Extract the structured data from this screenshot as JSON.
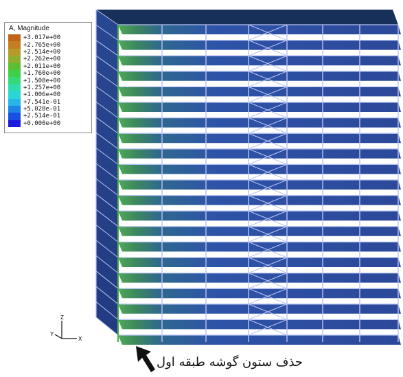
{
  "legend": {
    "title": "A, Magnitude",
    "entries": [
      {
        "value": "+3.017e+00",
        "color": "#c0641a"
      },
      {
        "value": "+2.765e+00",
        "color": "#c47e22"
      },
      {
        "value": "+2.514e+00",
        "color": "#b89a2a"
      },
      {
        "value": "+2.262e+00",
        "color": "#8eae2c"
      },
      {
        "value": "+2.011e+00",
        "color": "#5cbf34"
      },
      {
        "value": "+1.760e+00",
        "color": "#3fd04a"
      },
      {
        "value": "+1.508e+00",
        "color": "#36d97a"
      },
      {
        "value": "+1.257e+00",
        "color": "#2fdcae"
      },
      {
        "value": "+1.006e+00",
        "color": "#2bd6d6"
      },
      {
        "value": "+7.541e-01",
        "color": "#27b6e6"
      },
      {
        "value": "+5.028e-01",
        "color": "#1e84e8"
      },
      {
        "value": "+2.514e-01",
        "color": "#1a4fe4"
      },
      {
        "value": "+0.000e+00",
        "color": "#1c1cde"
      }
    ]
  },
  "triad": {
    "z_label": "Z",
    "y_label": "Y",
    "x_label": "X"
  },
  "caption": "حذف ستون گوشه طبقه اول",
  "colors": {
    "slab_far": "#1a3a88",
    "slab_mid": "#1c46a0",
    "edge_green": "#49b14a",
    "frame_line": "#b8c4f4",
    "roof": "#17305a"
  },
  "model": {
    "floors": 20
  }
}
